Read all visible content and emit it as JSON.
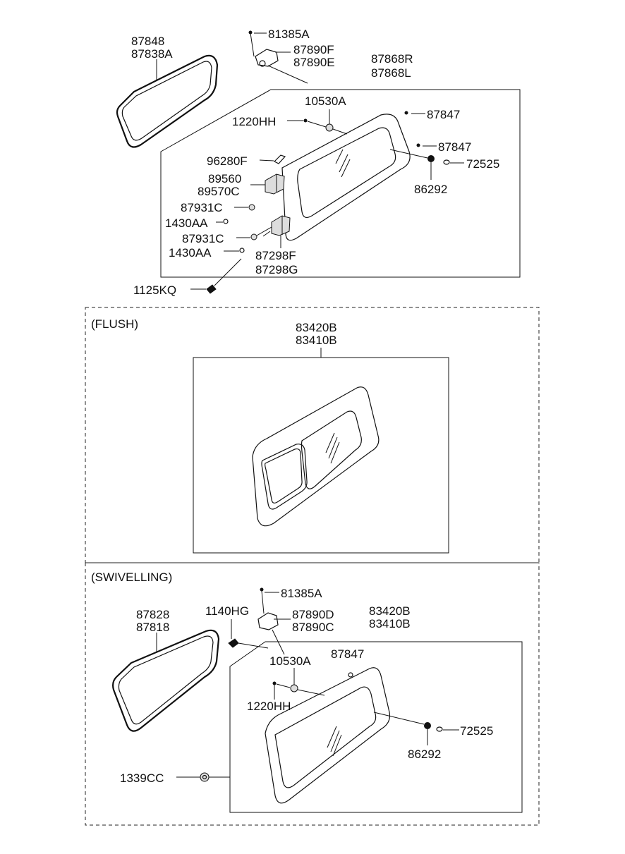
{
  "sections": {
    "flush_label": "(FLUSH)",
    "swivelling_label": "(SWIVELLING)"
  },
  "top": {
    "weatherstrip": [
      "87848",
      "87838A"
    ],
    "screw_top": "81385A",
    "latch": [
      "87890F",
      "87890E"
    ],
    "glass_assy": [
      "87868R",
      "87868L"
    ],
    "nut_10530A": "10530A",
    "stud_1220HH": "1220HH",
    "plug_87847_a": "87847",
    "plug_87847_b": "87847",
    "washer_72525": "72525",
    "nut_86292": "86292",
    "clip_96280F": "96280F",
    "hinge_upper": [
      "89560",
      "89570C"
    ],
    "nut_87931C_a": "87931C",
    "bolt_1430AA_a": "1430AA",
    "nut_87931C_b": "87931C",
    "bolt_1430AA_b": "1430AA",
    "hinge_lower": [
      "87298F",
      "87298G"
    ],
    "bolt_1125KQ": "1125KQ"
  },
  "flush": {
    "glass_assy": [
      "83420B",
      "83410B"
    ]
  },
  "swivelling": {
    "screw_top": "81385A",
    "bolt_1140HG": "1140HG",
    "latch": [
      "87890D",
      "87890C"
    ],
    "weatherstrip": [
      "87828",
      "87818"
    ],
    "glass_assy": [
      "83420B",
      "83410B"
    ],
    "nut_10530A": "10530A",
    "plug_87847": "87847",
    "stud_1220HH": "1220HH",
    "washer_72525": "72525",
    "nut_86292": "86292",
    "grommet_1339CC": "1339CC"
  }
}
